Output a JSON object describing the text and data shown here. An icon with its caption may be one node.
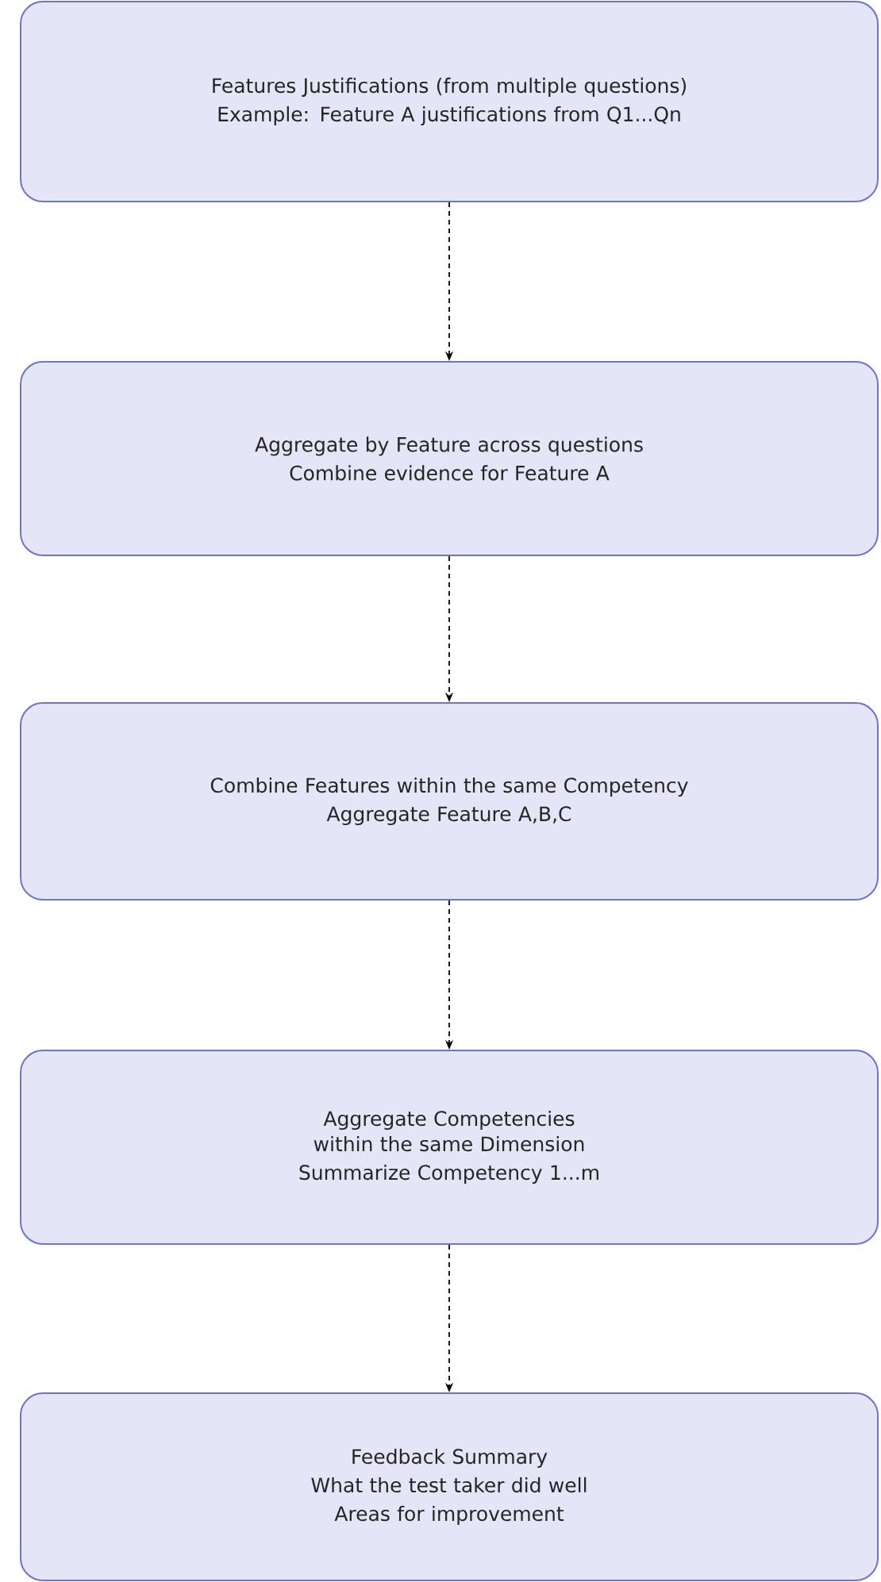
{
  "diagram": {
    "nodes": [
      {
        "text": [
          "Features Justifications (from multiple questions)",
          "Example: Feature A justifications from Q1...Qn"
        ]
      },
      {
        "text": [
          "Aggregate by Feature across questions",
          "Combine evidence for Feature A"
        ]
      },
      {
        "text": [
          "Combine Features within the same Competency",
          "Aggregate Feature A,B,C"
        ]
      },
      {
        "text": [
          "Aggregate Competencies within the same Dimension",
          "Summarize Competency 1...m"
        ]
      },
      {
        "text": [
          "Feedback Summary",
          "What the test taker did well",
          "Areas for improvement"
        ]
      }
    ],
    "edges": [
      {
        "from": 0,
        "to": 1,
        "arrow": "to",
        "style": "dashed"
      },
      {
        "from": 1,
        "to": 2,
        "arrow": "to",
        "style": "dashed"
      },
      {
        "from": 2,
        "to": 3,
        "arrow": "to",
        "style": "dashed"
      },
      {
        "from": 3,
        "to": 4,
        "arrow": "to",
        "style": "dashed"
      }
    ]
  }
}
